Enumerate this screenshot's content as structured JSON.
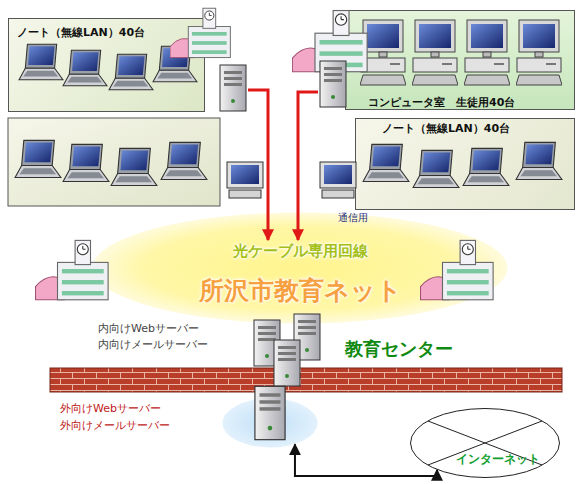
{
  "diagram": {
    "nodes": [
      {
        "text": [
          "ノート（無線LAN）40台"
        ]
      },
      {
        "text": [
          "コンピュータ室　生徒用40台"
        ]
      },
      {
        "text": [
          "ノート（無線LAN）40台"
        ]
      },
      {
        "text": [
          "光ケーブル専用回線",
          "所沢市教育ネット"
        ]
      },
      {
        "text": [
          "外向けWebサーバー",
          "外向けメールサーバー"
        ]
      },
      {
        "text": [
          "インターネット"
        ]
      }
    ],
    "edges": [
      {
        "from": 4,
        "to": 5,
        "arrow": "both"
      }
    ],
    "labels": [
      "通信用",
      "内向けWebサーバー",
      "内向けメールサーバー",
      "教育センター"
    ]
  }
}
